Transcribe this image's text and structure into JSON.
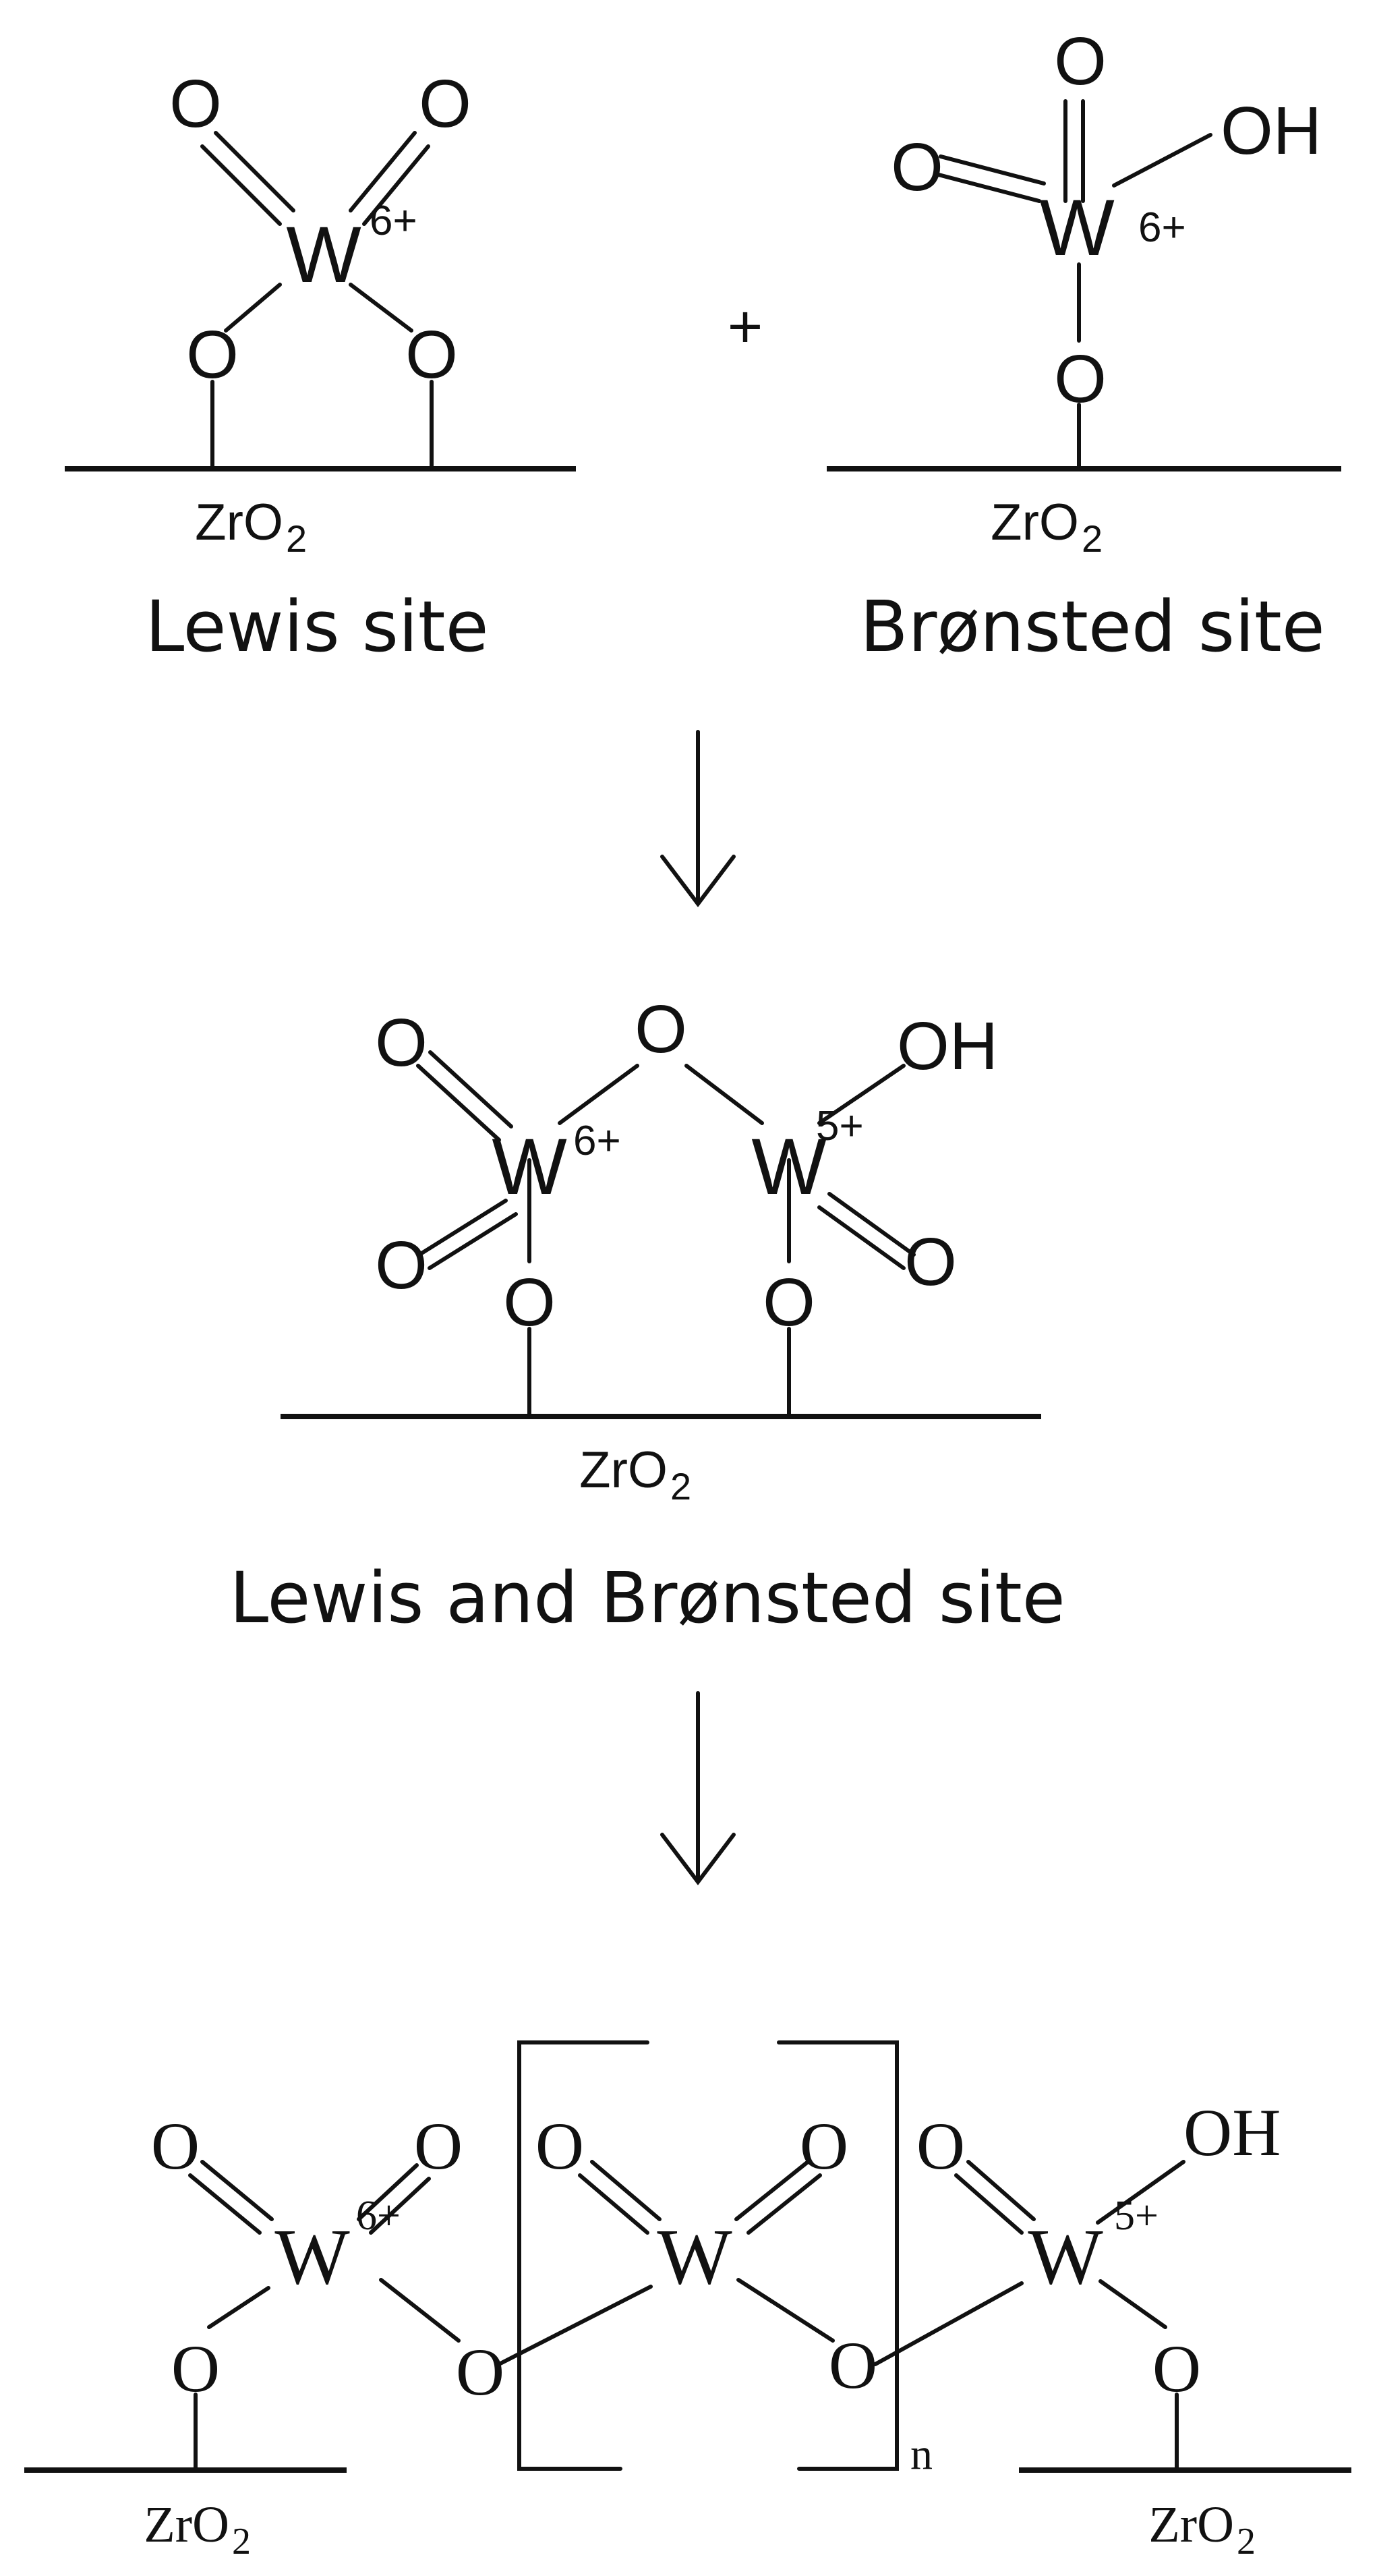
{
  "atoms": {
    "oxygen": "O",
    "tungsten": "W",
    "hydroxyl": "OH"
  },
  "charges": {
    "w6": "6+",
    "w5": "5+"
  },
  "support": {
    "formula": "ZrO",
    "subscript": "2"
  },
  "labels": {
    "lewis": "Lewis site",
    "bronsted": "Brønsted site",
    "lewis_and_bronsted": "Lewis and Brønsted site"
  },
  "operators": {
    "plus": "+",
    "repeat": "n"
  },
  "colors": {
    "ink": "#111111",
    "background": "#ffffff"
  }
}
